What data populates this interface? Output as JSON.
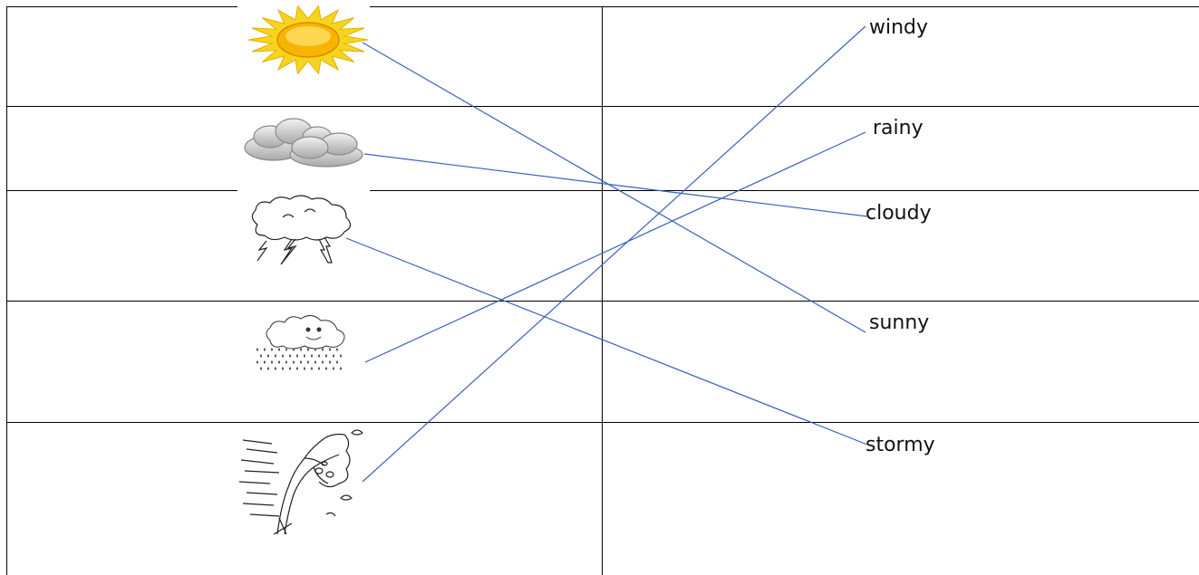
{
  "worksheet": {
    "words": [
      {
        "key": "windy",
        "label": "windy"
      },
      {
        "key": "rainy",
        "label": "rainy"
      },
      {
        "key": "cloudy",
        "label": "cloudy"
      },
      {
        "key": "sunny",
        "label": "sunny"
      },
      {
        "key": "stormy",
        "label": "stormy"
      }
    ],
    "pictures": [
      {
        "icon": "sun-icon",
        "matches": "sunny"
      },
      {
        "icon": "cloud-icon",
        "matches": "cloudy"
      },
      {
        "icon": "storm-cloud-icon",
        "matches": "stormy"
      },
      {
        "icon": "rain-cloud-icon",
        "matches": "rainy"
      },
      {
        "icon": "windy-tree-icon",
        "matches": "windy"
      }
    ],
    "colors": {
      "grid": "#000000",
      "match_line": "#3a5fbf",
      "sun_outer": "#f7d51e",
      "sun_inner": "#f5a500",
      "cloud_gray": "#c8c8c8"
    }
  }
}
